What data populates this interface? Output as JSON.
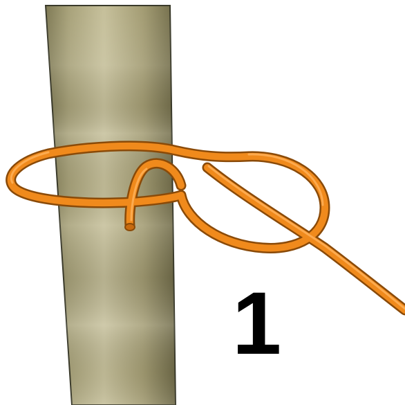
{
  "step": {
    "number": "1"
  },
  "colors": {
    "pole": "#a59f78",
    "pole_outline": "#3a3a2a",
    "rope": "#f08a1c",
    "rope_outline": "#8a4a08",
    "background": "#ffffff",
    "number": "#000000"
  },
  "icons": {
    "pole": "wooden-post",
    "rope": "orange-rope-knot"
  }
}
